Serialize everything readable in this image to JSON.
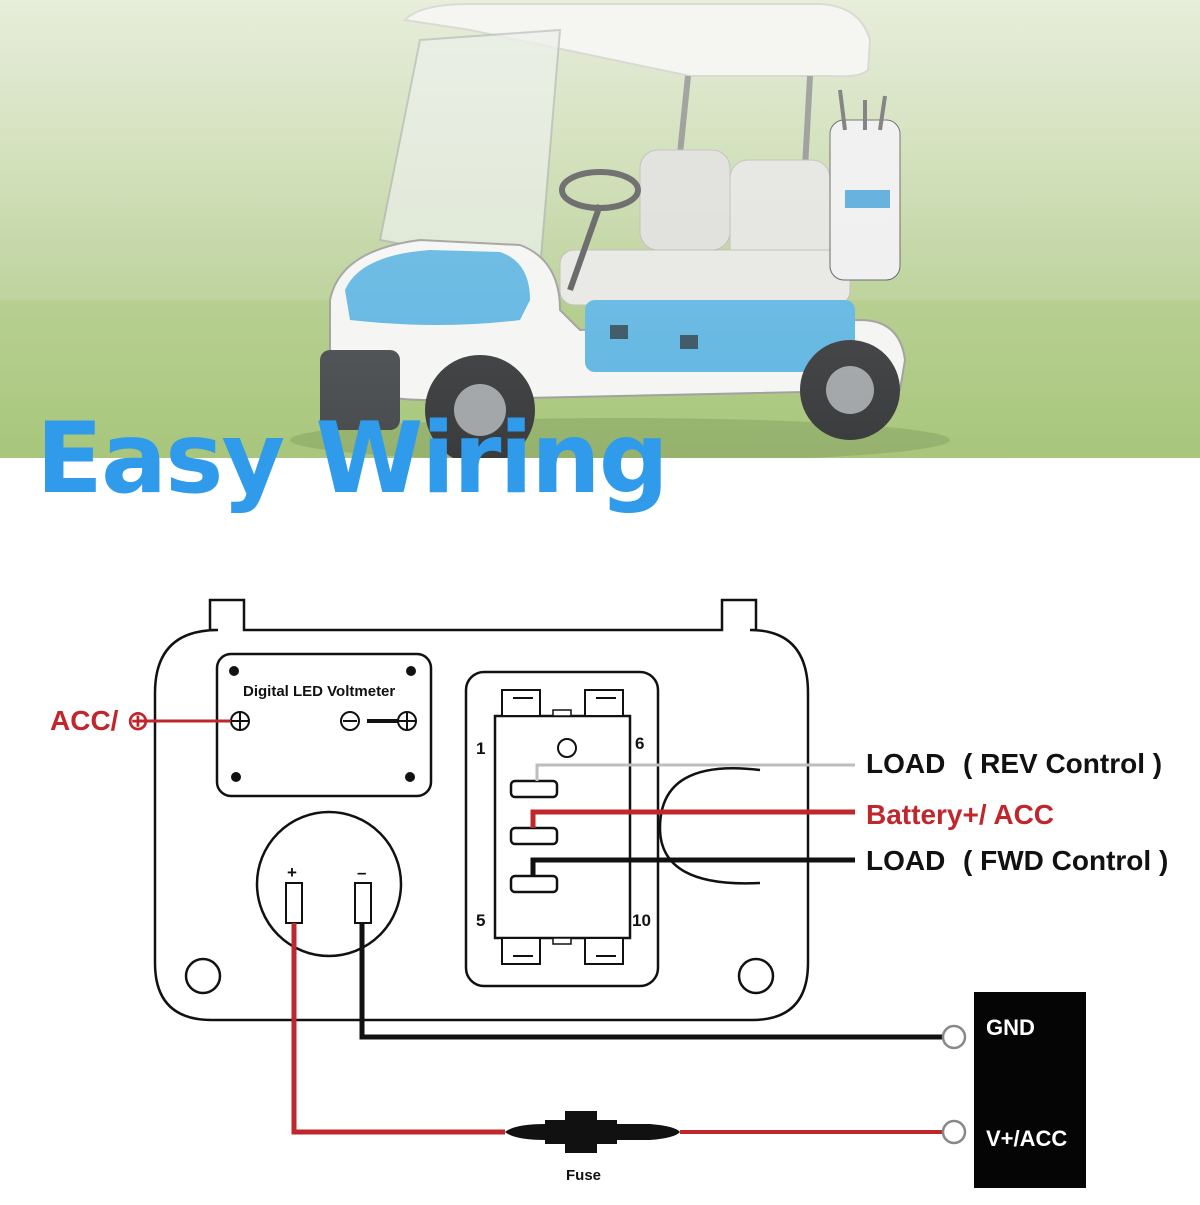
{
  "headline": "Easy Wiring",
  "panel": {
    "voltmeter_label": "Digital LED Voltmeter",
    "voltmeter_input_label": "ACC/ ⊕",
    "pin_1": "1",
    "pin_6": "6",
    "pin_5": "5",
    "pin_10": "10",
    "socket_plus": "+",
    "socket_minus": "–"
  },
  "connections": {
    "load_rev": "LOAD",
    "load_rev_note": "( REV Control )",
    "battery_acc": "Battery+/ ACC",
    "load_fwd": "LOAD",
    "load_fwd_note": "( FWD Control )"
  },
  "power_source": {
    "gnd_label": "GND",
    "vplus_label": "V+/ACC"
  },
  "fuse_label": "Fuse",
  "colors": {
    "title_blue": "#2f9bea",
    "wire_red": "#c0272d",
    "wire_black": "#111111",
    "wire_gray": "#bdbdbd"
  }
}
